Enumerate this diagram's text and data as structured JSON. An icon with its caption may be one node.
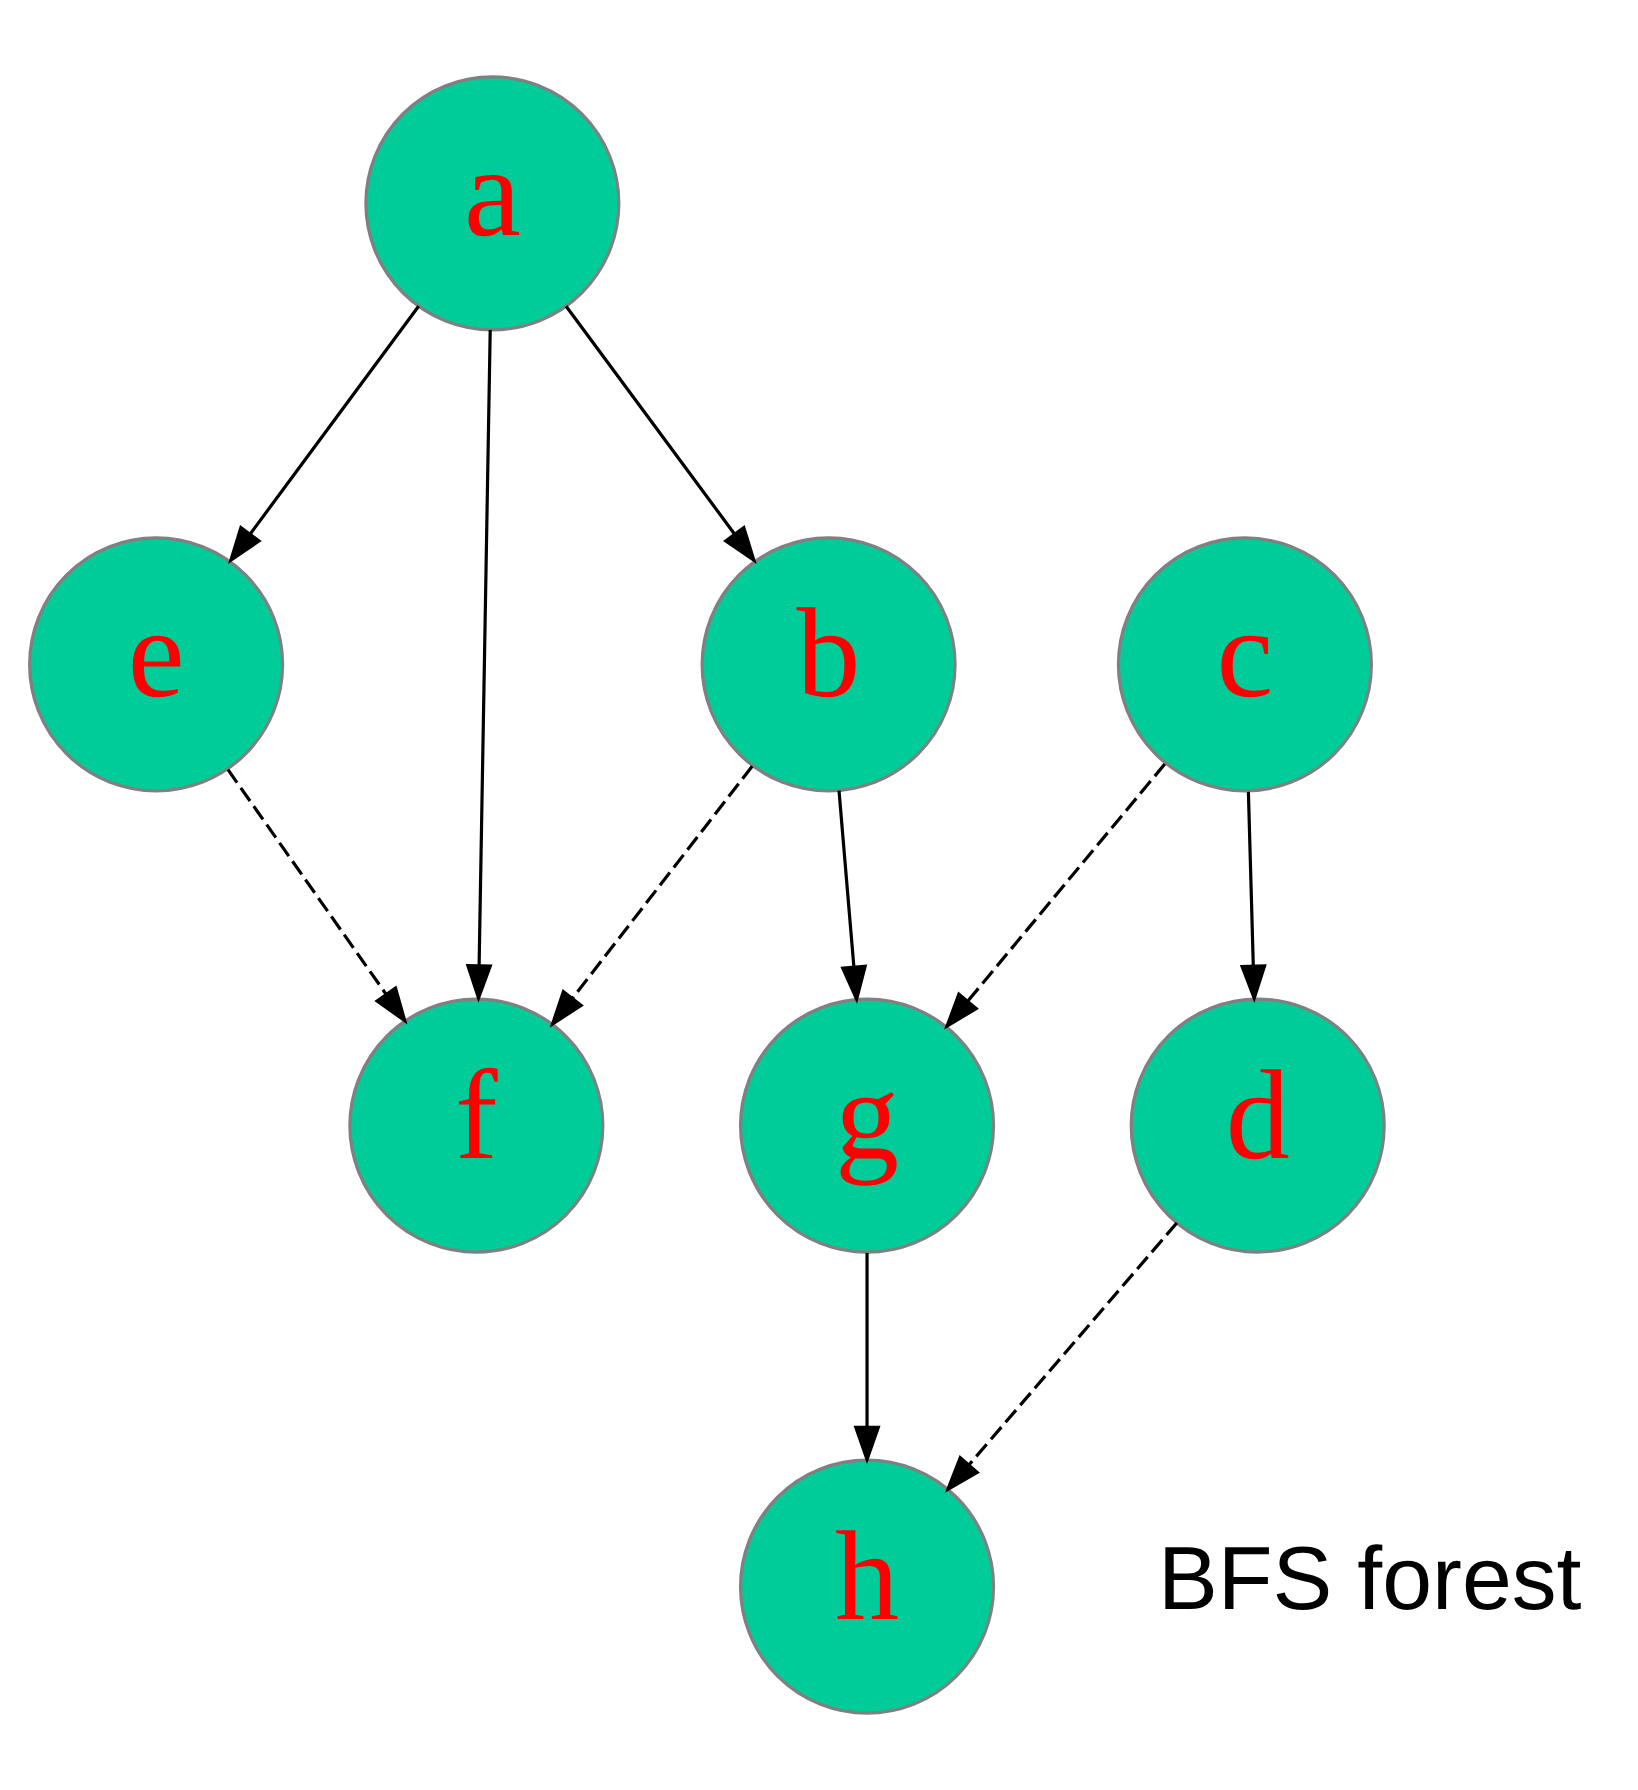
{
  "diagram": {
    "nodes": [
      {
        "text": [
          "a"
        ]
      },
      {
        "text": [
          "c"
        ]
      },
      {
        "text": [
          "b"
        ]
      },
      {
        "text": [
          "e"
        ]
      },
      {
        "text": [
          "f"
        ]
      },
      {
        "text": [
          "d"
        ]
      },
      {
        "text": [
          "g"
        ]
      },
      {
        "text": [
          "h"
        ]
      }
    ],
    "edges": [
      {
        "from": 0,
        "to": 2,
        "arrow": "to"
      },
      {
        "from": 0,
        "to": 3,
        "arrow": "to"
      },
      {
        "from": 0,
        "to": 4,
        "arrow": "to"
      },
      {
        "from": 1,
        "to": 5,
        "arrow": "to"
      },
      {
        "from": 3,
        "to": 4,
        "arrow": "to",
        "style": "dashed"
      },
      {
        "from": 2,
        "to": 4,
        "arrow": "to",
        "style": "dashed"
      },
      {
        "from": 2,
        "to": 6,
        "arrow": "to"
      },
      {
        "from": 1,
        "to": 6,
        "arrow": "to",
        "style": "dashed"
      },
      {
        "from": 6,
        "to": 7,
        "arrow": "to"
      },
      {
        "from": 5,
        "to": 7,
        "arrow": "to",
        "style": "dashed"
      }
    ],
    "labels": [
      "BFS forest"
    ]
  }
}
